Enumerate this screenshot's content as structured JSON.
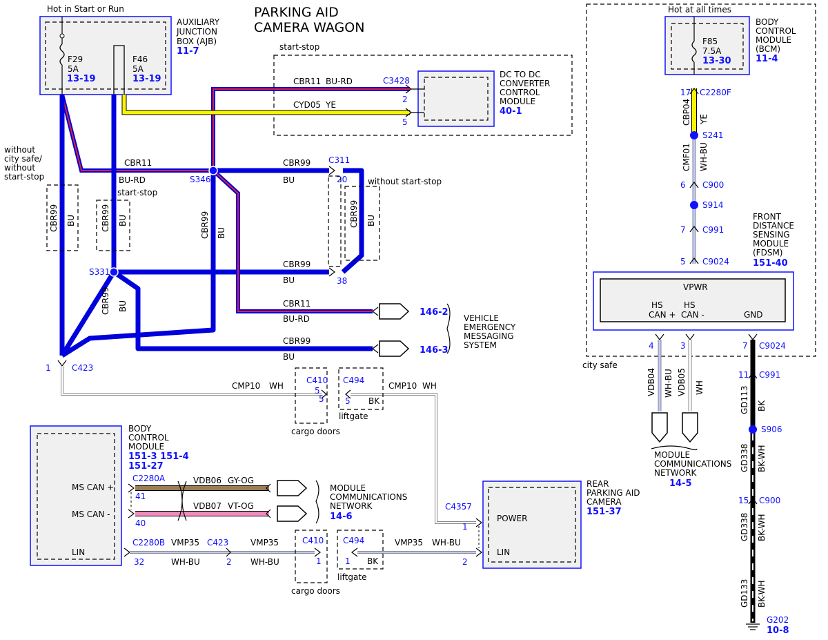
{
  "title": [
    "PARKING AID",
    "CAMERA WAGON"
  ],
  "ajb": {
    "hot": "Hot in Start or Run",
    "name": [
      "AUXILIARY",
      "JUNCTION",
      "BOX (AJB)"
    ],
    "ref": "11-7",
    "f29": [
      "F29",
      "5A"
    ],
    "f29_ref": "13-19",
    "f46": [
      "F46",
      "5A"
    ],
    "f46_ref": "13-19"
  },
  "bcm_top": {
    "hot": "Hot at all times",
    "name": [
      "BODY",
      "CONTROL",
      "MODULE",
      "(BCM)"
    ],
    "ref": "11-4",
    "fuse": [
      "F85",
      "7.5A"
    ],
    "fuse_ref": "13-30"
  },
  "dcdc": {
    "name": [
      "DC TO DC",
      "CONVERTER",
      "CONTROL",
      "MODULE"
    ],
    "ref": "40-1",
    "region": "start-stop",
    "connector": "C3428",
    "pin_a": "2",
    "pin_b": "5"
  },
  "wires": {
    "cbr11": "CBR11",
    "bu_rd": "BU-RD",
    "cyd05": "CYD05",
    "ye": "YE",
    "cbr99": "CBR99",
    "bu": "BU",
    "cmp10": "CMP10",
    "wh": "WH",
    "bk": "BK",
    "vdb06": "VDB06",
    "gy_og": "GY-OG",
    "vdb07": "VDB07",
    "vt_og": "VT-OG",
    "vmp35": "VMP35",
    "wh_bu": "WH-BU",
    "cbp04": "CBP04",
    "cmf01": "CMF01",
    "vdb04": "VDB04",
    "vdb05": "VDB05",
    "gd113": "GD113",
    "gd338": "GD338",
    "gd133": "GD133",
    "bk_wh": "BK-WH"
  },
  "notes": {
    "without_city_safe": [
      "without",
      "city safe/",
      "without",
      "start-stop"
    ],
    "start_stop": "start-stop",
    "without_start_stop": "without start-stop",
    "city_safe": "city safe",
    "liftgate": "liftgate",
    "cargo_doors": "cargo doors"
  },
  "splices": {
    "s346": "S346",
    "s331": "S331",
    "s241": "S241",
    "s914": "S914",
    "s906": "S906"
  },
  "connectors": {
    "c311": "C311",
    "c311_p20": "20",
    "c311_p38": "38",
    "c423": "C423",
    "c423_p1": "1",
    "c423_p2": "2",
    "c410": "C410",
    "c410_p5": "5",
    "c410_p1": "1",
    "c494": "C494",
    "c494_p5": "5",
    "c494_p1": "1",
    "c2280f": "C2280F",
    "c2280f_p17": "17",
    "c900": "C900",
    "c900_p6": "6",
    "c900_p15": "15",
    "c991": "C991",
    "c991_p7": "7",
    "c991_p11": "11",
    "c9024": "C9024",
    "c9024_p5": "5",
    "c9024_p4": "4",
    "c9024_p3": "3",
    "c9024_p7": "7",
    "c2280a": "C2280A",
    "c2280a_p41": "41",
    "c2280a_p40": "40",
    "c2280b": "C2280B",
    "c2280b_p32": "32",
    "c4357": "C4357",
    "c4357_p1": "1",
    "c4357_p2": "2"
  },
  "vehicle_emergency": {
    "name": [
      "VEHICLE",
      "EMERGENCY",
      "MESSAGING",
      "SYSTEM"
    ],
    "ref_a": "146-2",
    "ref_b": "146-3"
  },
  "fdsm": {
    "name": [
      "FRONT",
      "DISTANCE",
      "SENSING",
      "MODULE",
      "(FDSM)"
    ],
    "ref": "151-40",
    "vpwr": "VPWR",
    "hs_can_plus": [
      "HS",
      "CAN +"
    ],
    "hs_can_minus": [
      "HS",
      "CAN -"
    ],
    "gnd": "GND"
  },
  "mcn_right": {
    "name": [
      "MODULE",
      "COMMUNICATIONS",
      "NETWORK"
    ],
    "ref": "14-5"
  },
  "bcm_bottom": {
    "name": [
      "BODY",
      "CONTROL",
      "MODULE"
    ],
    "ref": [
      "151-3 151-4",
      "151-27"
    ],
    "ms_can_plus": "MS CAN +",
    "ms_can_minus": "MS CAN -",
    "lin": "LIN"
  },
  "mcn_left": {
    "name": [
      "MODULE",
      "COMMUNICATIONS",
      "NETWORK"
    ],
    "ref": "14-6"
  },
  "camera": {
    "name": [
      "REAR",
      "PARKING AID",
      "CAMERA"
    ],
    "ref": "151-37",
    "power": "POWER",
    "lin": "LIN"
  },
  "ground": {
    "name": "G202",
    "ref": "10-8"
  }
}
